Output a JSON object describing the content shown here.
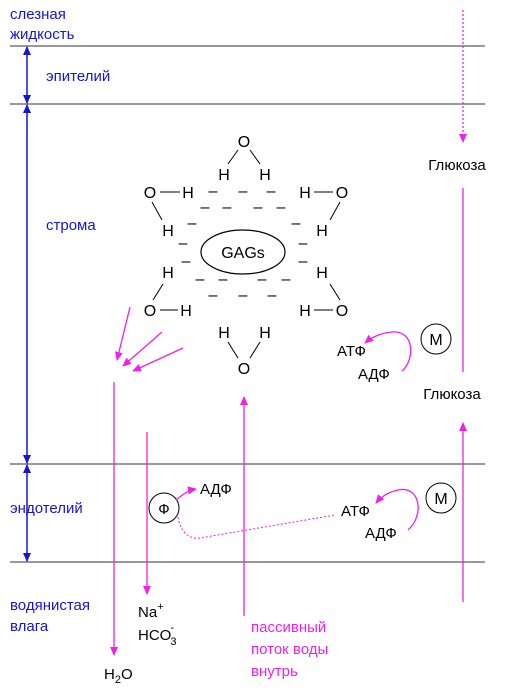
{
  "layers": {
    "tear": [
      "слезная",
      "жидкость"
    ],
    "epithelium": "эпителий",
    "stroma": "строма",
    "endothelium": "эндотелий",
    "aqueous": [
      "водянистая",
      "влага"
    ]
  },
  "gags": {
    "label": "GAGs",
    "atoms": {
      "o": "O",
      "h": "H",
      "charge": "–"
    }
  },
  "stroma_pump": {
    "atp": "АТФ",
    "adp": "АДФ",
    "enzyme": "M"
  },
  "endo_pump": {
    "atp": "АТФ",
    "adp": "АДФ",
    "enzyme": "M",
    "phosphatase": "Ф",
    "adp_top": "АДФ"
  },
  "glucose": {
    "top": "Глюкоза",
    "bottom": "Глюкоза"
  },
  "ions": {
    "na": "Na",
    "na_sup": "+",
    "hco": "HCO",
    "hco_sub": "3",
    "hco_sup": "-"
  },
  "water": {
    "h": "H",
    "sub": "2",
    "o": "O"
  },
  "passive_flow": [
    "пассивный",
    "поток воды",
    "внутрь"
  ],
  "colors": {
    "blue": "#1515d4",
    "magenta": "#f020e8",
    "black": "#000000",
    "line": "#333333"
  }
}
